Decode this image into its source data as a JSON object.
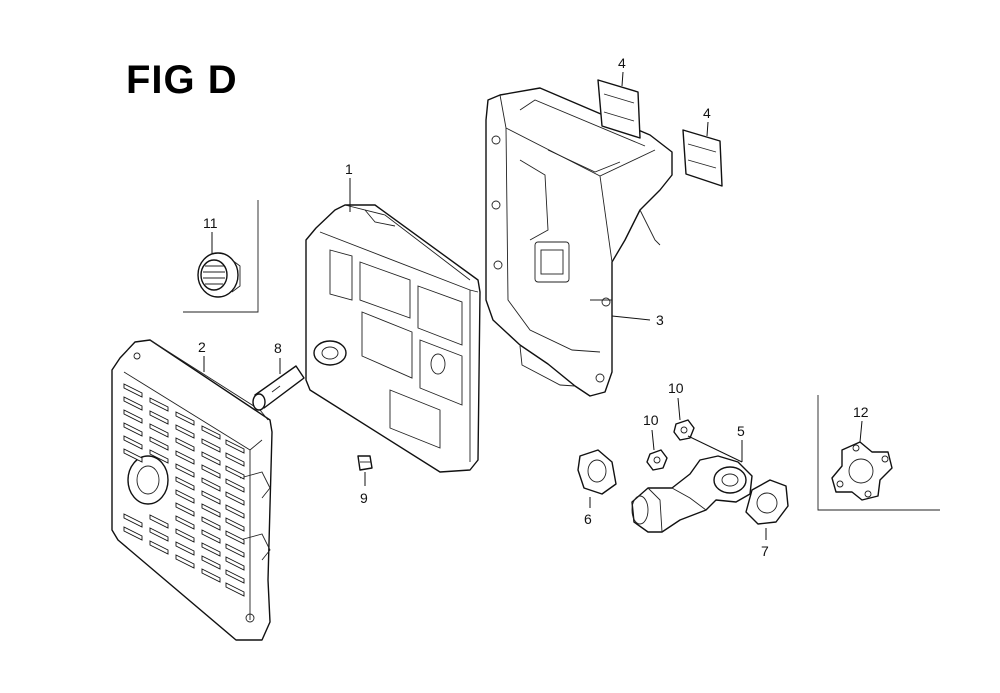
{
  "figure": {
    "title": "FIG D"
  },
  "callouts": [
    {
      "id": "c1",
      "label": "1"
    },
    {
      "id": "c2",
      "label": "2"
    },
    {
      "id": "c3",
      "label": "3"
    },
    {
      "id": "c4a",
      "label": "4"
    },
    {
      "id": "c4b",
      "label": "4"
    },
    {
      "id": "c5",
      "label": "5"
    },
    {
      "id": "c6",
      "label": "6"
    },
    {
      "id": "c7",
      "label": "7"
    },
    {
      "id": "c8",
      "label": "8"
    },
    {
      "id": "c9",
      "label": "9"
    },
    {
      "id": "c10a",
      "label": "10"
    },
    {
      "id": "c10b",
      "label": "10"
    },
    {
      "id": "c11",
      "label": "11"
    },
    {
      "id": "c12",
      "label": "12"
    }
  ]
}
